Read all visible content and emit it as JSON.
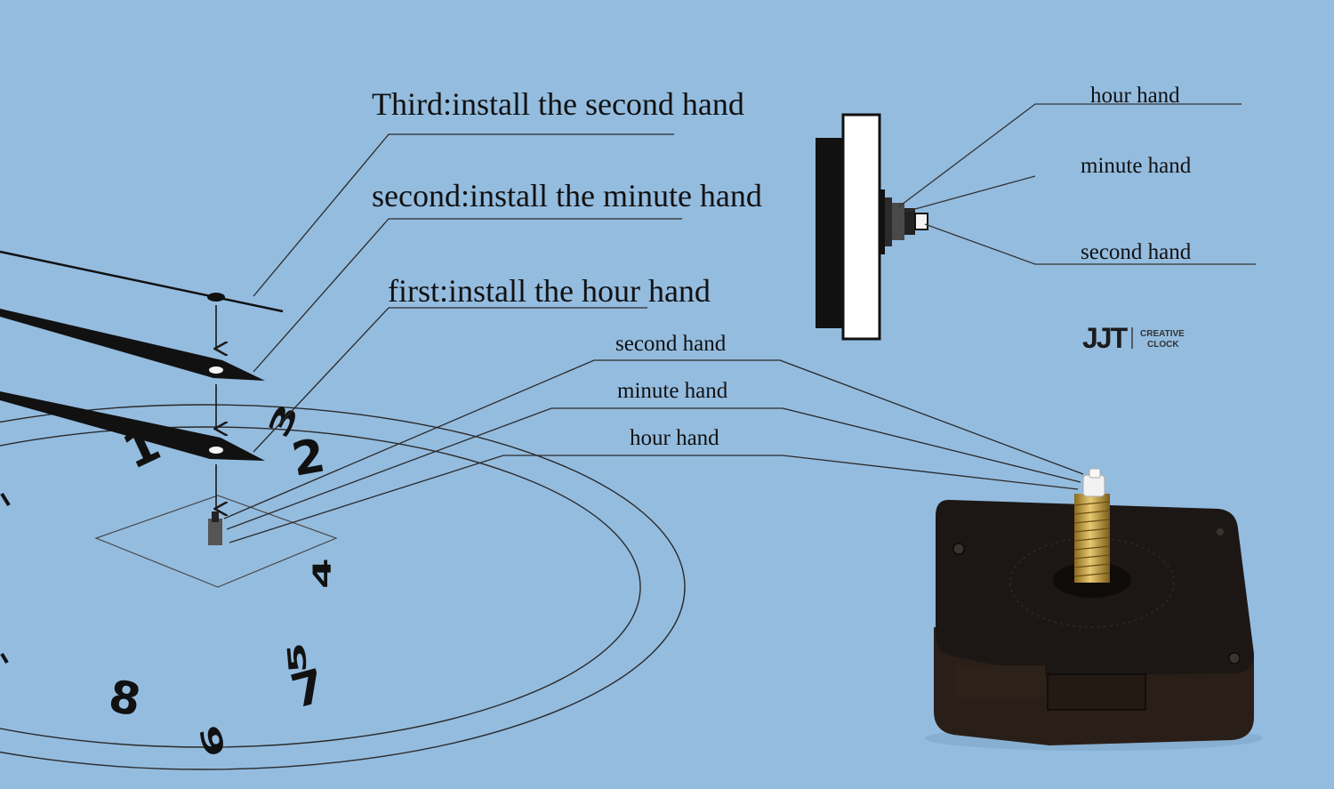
{
  "colors": {
    "background": "#94bcdf",
    "line": "#1a1a1a",
    "movement_body": "#1b1b1b",
    "shaft_gold": "#c9a24a",
    "cap_white": "#f2f2f2"
  },
  "steps": {
    "third": "Third:install the second hand",
    "second": "second:install the minute hand",
    "first": "first:install the hour hand"
  },
  "side_view_labels": {
    "hour": "hour hand",
    "minute": "minute hand",
    "second": "second hand"
  },
  "movement_labels": {
    "second": "second hand",
    "minute": "minute hand",
    "hour": "hour hand"
  },
  "dial_numerals": [
    "1",
    "2",
    "3",
    "4",
    "5",
    "6",
    "7",
    "8"
  ],
  "logo": {
    "mark": "JJT",
    "line1": "CREATIVE",
    "line2": "CLOCK"
  }
}
